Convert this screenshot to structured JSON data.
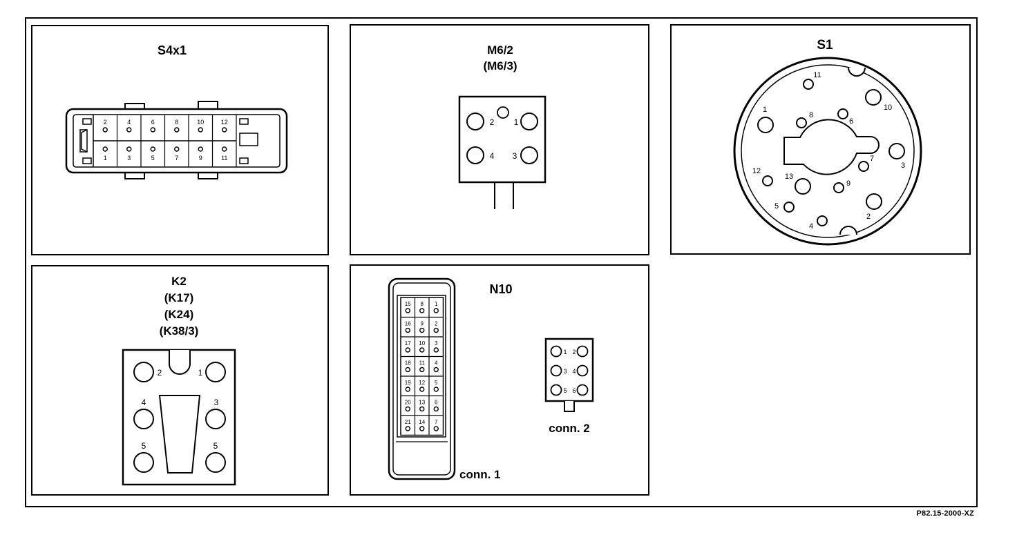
{
  "figure_code": "P82.15-2000-XZ",
  "panels": {
    "s4x1": {
      "title": "S4x1",
      "pins_top": [
        "2",
        "4",
        "6",
        "8",
        "10",
        "12"
      ],
      "pins_bottom": [
        "1",
        "3",
        "5",
        "7",
        "9",
        "11"
      ]
    },
    "m6": {
      "title_line1": "M6/2",
      "title_line2": "(M6/3)",
      "pins": [
        "1",
        "2",
        "3",
        "4"
      ]
    },
    "s1": {
      "title": "S1",
      "pins": [
        "1",
        "2",
        "3",
        "4",
        "5",
        "6",
        "7",
        "8",
        "9",
        "10",
        "11",
        "12",
        "13"
      ]
    },
    "k2": {
      "title_lines": [
        "K2",
        "(K17)",
        "(K24)",
        "(K38/3)"
      ],
      "pins": [
        "1",
        "2",
        "3",
        "4",
        "5",
        "5"
      ]
    },
    "n10": {
      "title": "N10",
      "conn1_label": "conn. 1",
      "conn2_label": "conn. 2",
      "conn1_rows": [
        [
          "15",
          "8",
          "1"
        ],
        [
          "16",
          "9",
          "2"
        ],
        [
          "17",
          "10",
          "3"
        ],
        [
          "18",
          "11",
          "4"
        ],
        [
          "19",
          "12",
          "5"
        ],
        [
          "20",
          "13",
          "6"
        ],
        [
          "21",
          "14",
          "7"
        ]
      ],
      "conn2_pins": [
        "1",
        "2",
        "3",
        "4",
        "5",
        "6"
      ]
    }
  }
}
